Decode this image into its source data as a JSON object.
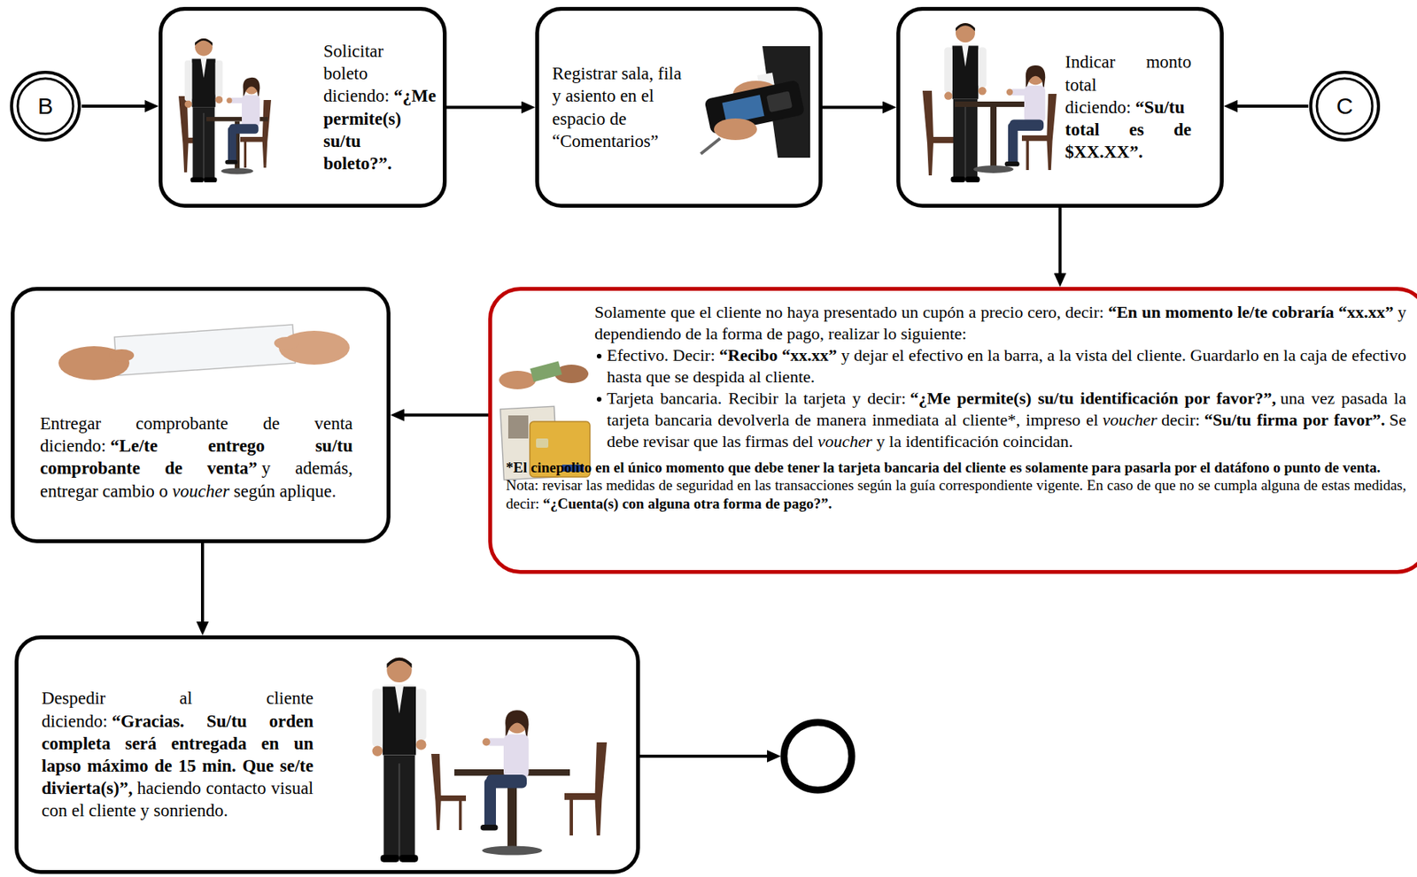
{
  "diagram": {
    "nodes": [
      {
        "text": [
          "B"
        ]
      },
      {
        "text": [
          "Solicitar boleto diciendo:",
          "“¿Me permite(s) su/tu boleto?”."
        ]
      },
      {
        "text": [
          "Registrar sala, fila y asiento en el espacio de “Comentarios”"
        ]
      },
      {
        "text": [
          "Indicar monto total diciendo:",
          "“Su/tu total es de $XX.XX”."
        ]
      },
      {
        "text": [
          "C"
        ]
      },
      {
        "text": [
          "Solamente que el cliente no haya presentado un cupón a precio cero, decir:",
          "“En un momento le/te cobraría “xx.xx”",
          "y dependiendo de la forma de pago, realizar lo siguiente:",
          "Efectivo. Decir:",
          "“Recibo “xx.xx”",
          "y dejar el efectivo en la barra, a la vista del cliente. Guardarlo en la caja de efectivo hasta que se despida al cliente.",
          "Tarjeta bancaria. Recibir la tarjeta y decir:",
          "“¿Me permite(s) su/tu identificación por favor?”,",
          "una vez pasada la tarjeta bancaria devolverla de manera inmediata al cliente*, impreso el",
          "voucher",
          "decir:",
          "“Su/tu firma por favor”.",
          "Se debe revisar que las firmas del",
          "voucher",
          "y la identificación coincidan.",
          "*El cinepolito en el único momento que debe tener la tarjeta bancaria del cliente es solamente para pasarla por el datáfono o punto de venta.",
          "Nota: revisar las medidas de seguridad en las transacciones según la guía correspondiente vigente. En caso de que no se cumpla alguna de estas medidas, decir:",
          "“¿Cuenta(s) con alguna otra forma de pago?”."
        ]
      },
      {
        "text": [
          "Entregar comprobante de venta diciendo:",
          "“Le/te entrego su/tu comprobante de venta”",
          "y además, entregar cambio o",
          "voucher",
          "según aplique."
        ]
      },
      {
        "text": [
          "Despedir al cliente diciendo:",
          "“Gracias. Su/tu orden completa será entregada en un lapso máximo de 15 min. Que se/te divierta(s)”,",
          "haciendo contacto visual con el cliente y sonriendo."
        ]
      }
    ],
    "edges": [
      {
        "from": 0,
        "to": 1,
        "arrow": "to"
      },
      {
        "from": 1,
        "to": 2,
        "arrow": "to"
      },
      {
        "from": 2,
        "to": 3,
        "arrow": "to"
      },
      {
        "from": 4,
        "to": 3,
        "arrow": "to"
      },
      {
        "from": 3,
        "to": 5,
        "arrow": "to"
      },
      {
        "from": 5,
        "to": 6,
        "arrow": "to"
      },
      {
        "from": 6,
        "to": 7,
        "arrow": "to"
      }
    ]
  }
}
